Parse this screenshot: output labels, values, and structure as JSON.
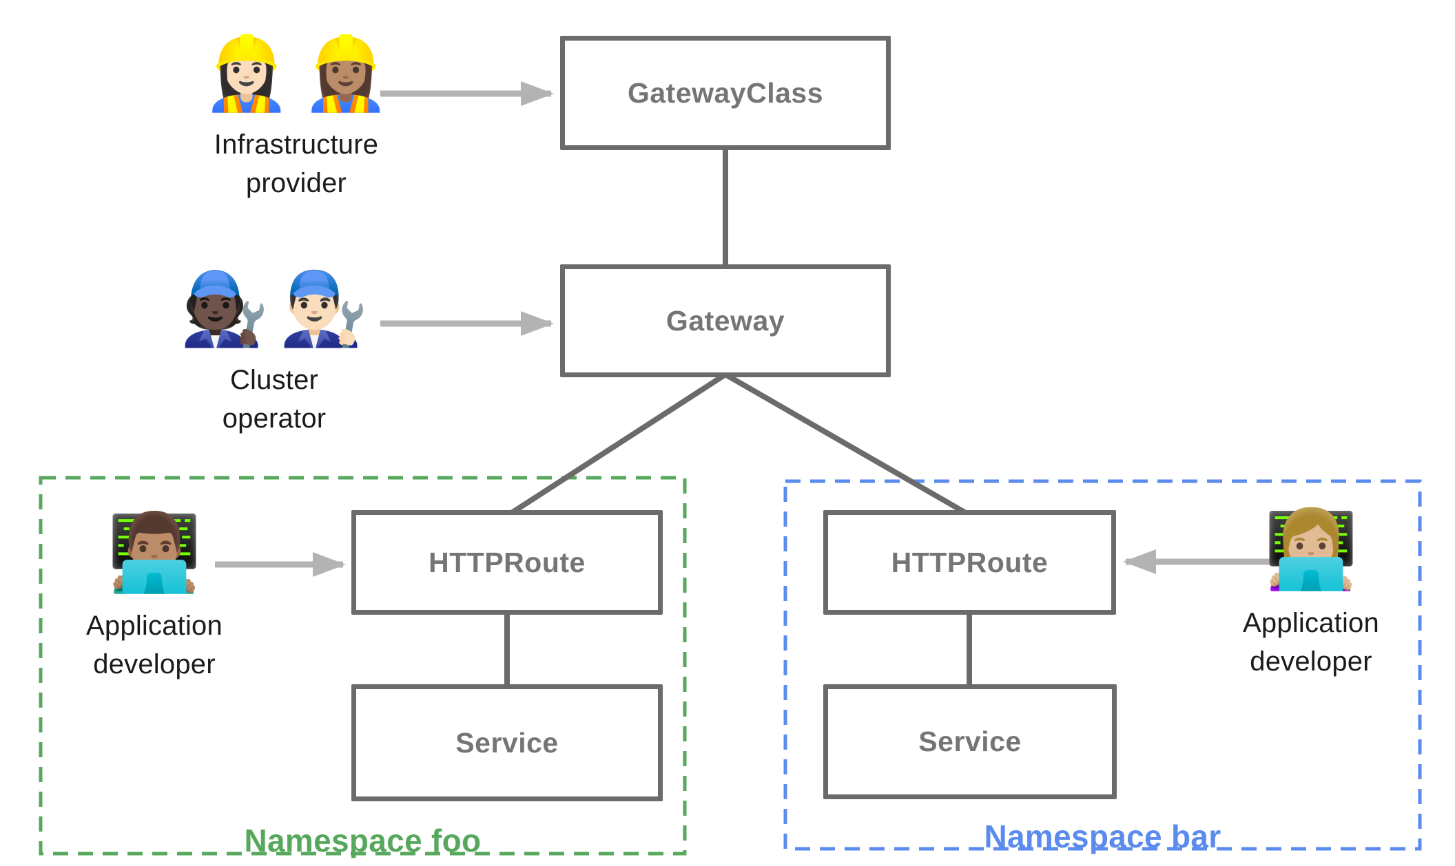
{
  "nodes": {
    "gateway_class": {
      "label": "GatewayClass"
    },
    "gateway": {
      "label": "Gateway"
    },
    "httproute_foo": {
      "label": "HTTPRoute"
    },
    "service_foo": {
      "label": "Service"
    },
    "httproute_bar": {
      "label": "HTTPRoute"
    },
    "service_bar": {
      "label": "Service"
    }
  },
  "personas": {
    "infrastructure_provider": {
      "emojis": [
        "👷🏻‍♀️",
        "👷🏽‍♀️"
      ],
      "label_lines": [
        "Infrastructure",
        "provider"
      ]
    },
    "cluster_operator": {
      "emojis": [
        "🧑🏿‍🔧",
        "👨🏻‍🔧"
      ],
      "label_lines": [
        "Cluster",
        "operator"
      ]
    },
    "app_developer_foo": {
      "emojis": [
        "👨🏽‍💻"
      ],
      "label_lines": [
        "Application",
        "developer"
      ]
    },
    "app_developer_bar": {
      "emojis": [
        "👩🏼‍💻"
      ],
      "label_lines": [
        "Application",
        "developer"
      ]
    }
  },
  "namespaces": {
    "foo": {
      "label": "Namespace foo",
      "color": "#57A85D"
    },
    "bar": {
      "label": "Namespace bar",
      "color": "#5C8BEE"
    }
  },
  "colors": {
    "box_border": "#6B6B6B",
    "box_text": "#757575",
    "connector": "#6B6B6B",
    "arrow": "#B3B3B3",
    "persona_text": "#1B1B1B",
    "background": "#FFFFFF"
  }
}
